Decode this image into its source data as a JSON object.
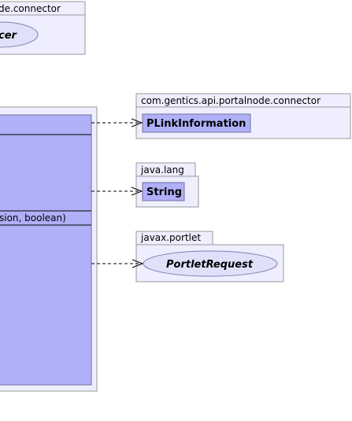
{
  "packages": {
    "top_left": {
      "label": "de.connector",
      "element": "cer"
    },
    "plink": {
      "label": "com.gentics.api.portalnode.connector",
      "element": "PLinkInformation"
    },
    "java_lang": {
      "label": "java.lang",
      "element": "String"
    },
    "portlet": {
      "label": "javax.portlet",
      "element": "PortletRequest"
    }
  },
  "main_class": {
    "operation": "sion, boolean)"
  }
}
